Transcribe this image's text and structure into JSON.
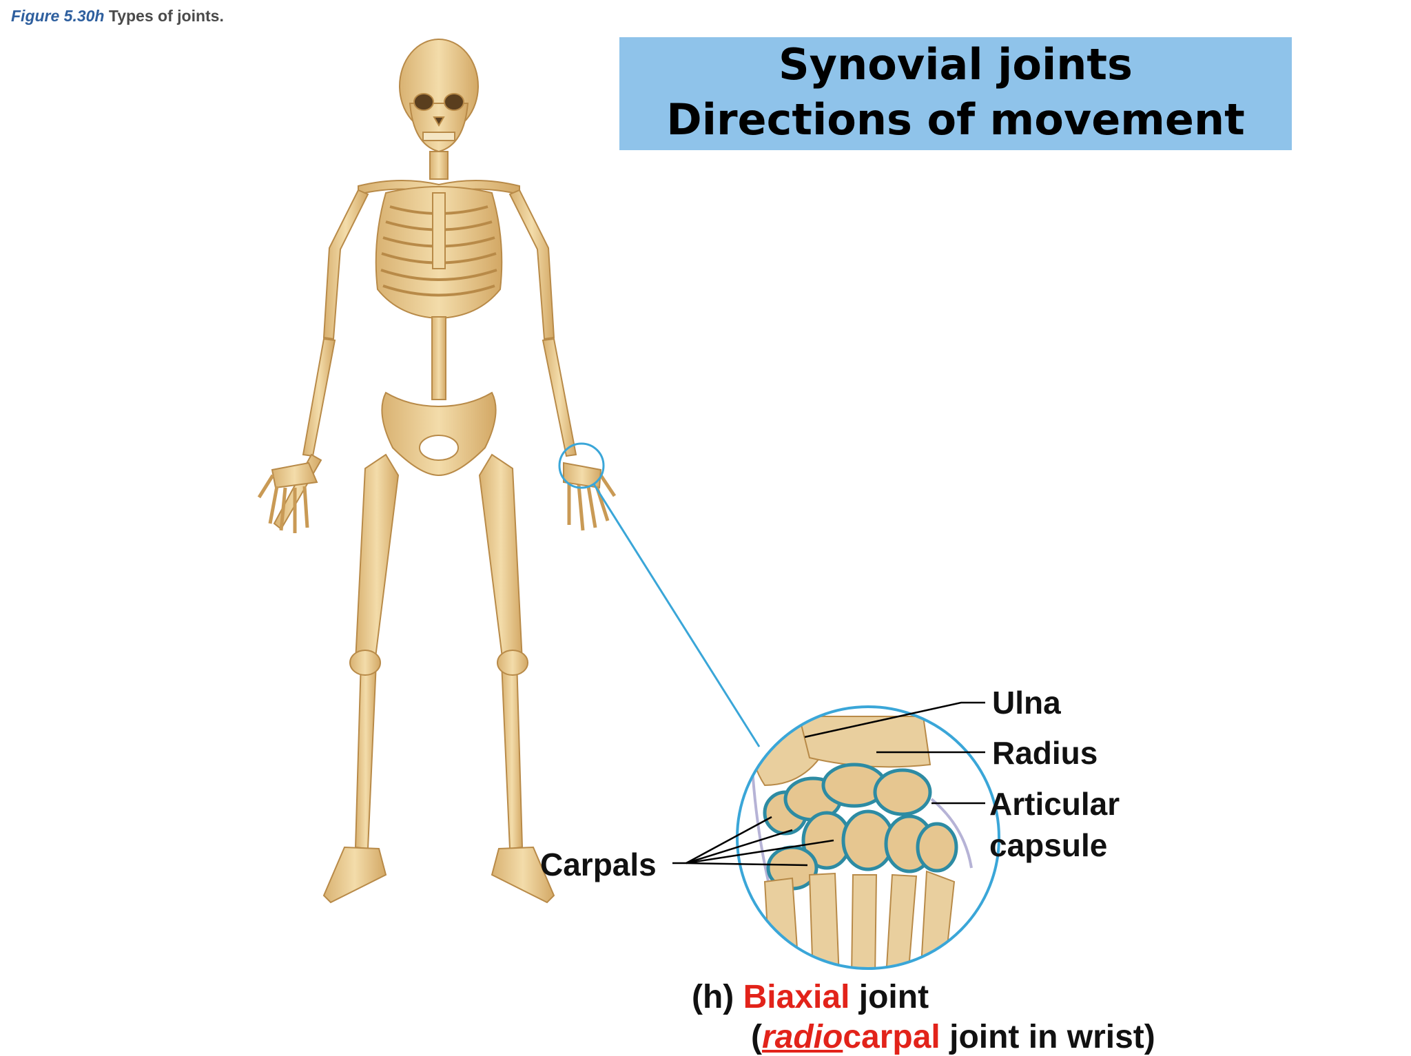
{
  "figure_caption": {
    "number": "Figure 5.30h",
    "text": "Types of joints."
  },
  "title": {
    "line1": "Synovial joints",
    "line2": "Directions of movement"
  },
  "labels": {
    "ulna": "Ulna",
    "radius": "Radius",
    "articular_line1": "Articular",
    "articular_line2": "capsule",
    "carpals": "Carpals"
  },
  "caption": {
    "letter": "(h)",
    "type_word": "Biaxial",
    "type_rest": "joint",
    "open_paren": "(",
    "example_prefix": "radio",
    "example_suffix": "carpal",
    "example_rest": "joint in wrist)"
  },
  "colors": {
    "title_bg": "#8fc3ea",
    "bone": "#e8c88e",
    "highlight_line": "#3aa6d8",
    "accent_red": "#e2231a"
  }
}
